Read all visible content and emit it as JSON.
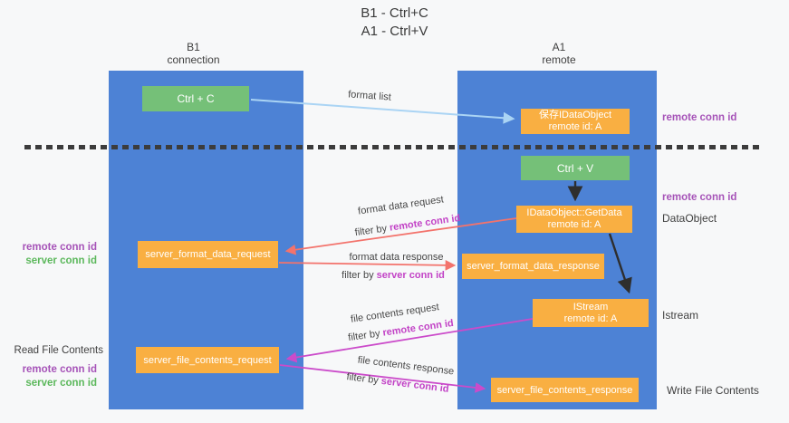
{
  "title": {
    "line1": "B1 - Ctrl+C",
    "line2": "A1 - Ctrl+V"
  },
  "columns": {
    "left": {
      "name": "B1",
      "role": "connection"
    },
    "right": {
      "name": "A1",
      "role": "remote"
    }
  },
  "nodes": {
    "ctrl_c": {
      "label": "Ctrl + C"
    },
    "ctrl_v": {
      "label": "Ctrl + V"
    },
    "save_idataobject": {
      "line1": "保存IDataObject",
      "line2": "remote id: A"
    },
    "getdata": {
      "line1": "IDataObject::GetData",
      "line2": "remote id: A"
    },
    "istream": {
      "line1": "IStream",
      "line2": "remote id: A"
    },
    "format_request": {
      "label": "server_format_data_request"
    },
    "format_response": {
      "label": "server_format_data_response"
    },
    "file_request": {
      "label": "server_file_contents_request"
    },
    "file_response": {
      "label": "server_file_contents_response"
    }
  },
  "edge_labels": {
    "format_list": "format list",
    "format_data_request": {
      "title": "format data request",
      "filter_prefix": "filter by ",
      "filter_key": "remote conn id"
    },
    "format_data_response": {
      "title": "format data response",
      "filter_prefix": "filter by ",
      "filter_key": "server conn id"
    },
    "file_contents_request": {
      "title": "file contents request",
      "filter_prefix": "filter by ",
      "filter_key": "remote conn id"
    },
    "file_contents_response": {
      "title": "file contents response",
      "filter_prefix": "filter by ",
      "filter_key": "server conn id"
    }
  },
  "left_annotations": {
    "format_group": {
      "remote": "remote conn id",
      "server": "server conn id"
    },
    "file_group": {
      "title": "Read File Contents",
      "remote": "remote conn id",
      "server": "server conn id"
    }
  },
  "right_annotations": {
    "top_remote_conn_id": "remote conn id",
    "mid_remote_conn_id": "remote conn id",
    "dataobject": "DataObject",
    "istream": "Istream",
    "write_file_contents": "Write File Contents"
  },
  "colors": {
    "column_blue": "#4d82d5",
    "box_green": "#75c078",
    "box_orange": "#f9af42",
    "arrow_light_blue": "#aad4f4",
    "arrow_salmon": "#f3736c",
    "arrow_magenta": "#cb4bca",
    "arrow_black": "#2e2e2e",
    "text_purple": "#a653b8",
    "text_filter_purple": "#c242c6",
    "text_green": "#5cb85c",
    "dash_line": "#3c3c3c"
  }
}
